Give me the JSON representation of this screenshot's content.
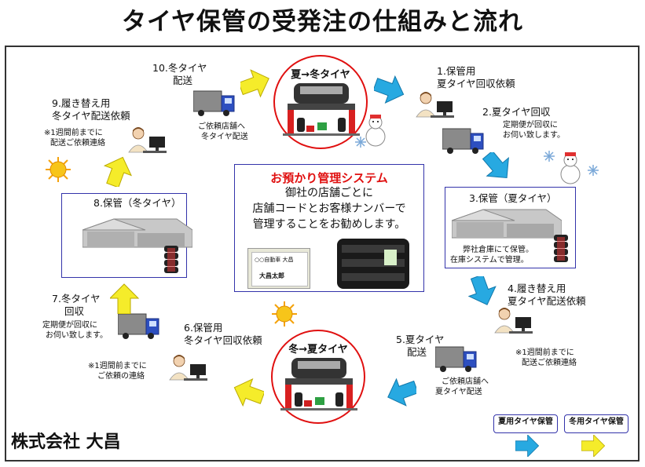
{
  "title": "タイヤ保管の受発注の仕組みと流れ",
  "company": "株式会社 大昌",
  "circles": {
    "top": "夏→冬タイヤ",
    "bottom": "冬→夏タイヤ"
  },
  "center": {
    "title": "お預かり管理システム",
    "lines": [
      "御社の店舗ごとに",
      "店舗コードとお客様ナンバーで",
      "管理することをお勧めします。"
    ],
    "tag_lines": [
      "○○自動車 大昌",
      "大昌太郎"
    ]
  },
  "steps": {
    "s1": [
      "1.保管用",
      "夏タイヤ回収依頼"
    ],
    "s2": "2.夏タイヤ回収",
    "s2_note": [
      "定期便が回収に",
      "お伺い致します。"
    ],
    "s3": "3.保管（夏タイヤ）",
    "s3_note": [
      "弊社倉庫にて保管。",
      "在庫システムで管理。"
    ],
    "s4": [
      "4.履き替え用",
      "夏タイヤ配送依頼"
    ],
    "s4_note": [
      "※1週間前までに",
      "配送ご依頼連絡"
    ],
    "s5": [
      "5.夏タイヤ",
      "配送"
    ],
    "s5_note": [
      "ご依頼店舗へ",
      "夏タイヤ配送"
    ],
    "s6": [
      "6.保管用",
      "冬タイヤ回収依頼"
    ],
    "s6_note": [
      "※1週間前までに",
      "ご依頼の連絡"
    ],
    "s7": [
      "7.冬タイヤ",
      "回収"
    ],
    "s7_note": [
      "定期便が回収に",
      "お伺い致します。"
    ],
    "s8": "8.保管（冬タイヤ）",
    "s9": [
      "9.履き替え用",
      "冬タイヤ配送依頼"
    ],
    "s9_note": [
      "※1週間前までに",
      "配送ご依頼連絡"
    ],
    "s10": [
      "10.冬タイヤ",
      "配送"
    ],
    "s10_note": [
      "ご依頼店舗へ",
      "冬タイヤ配送"
    ]
  },
  "legend": {
    "summer": "夏用タイヤ保管",
    "winter": "冬用タイヤ保管"
  },
  "colors": {
    "summer_arrow": "#27a9e1",
    "winter_arrow": "#f5ec2a",
    "circle_border": "#e01010",
    "box_border": "#3333aa",
    "center_title": "#e01010"
  }
}
